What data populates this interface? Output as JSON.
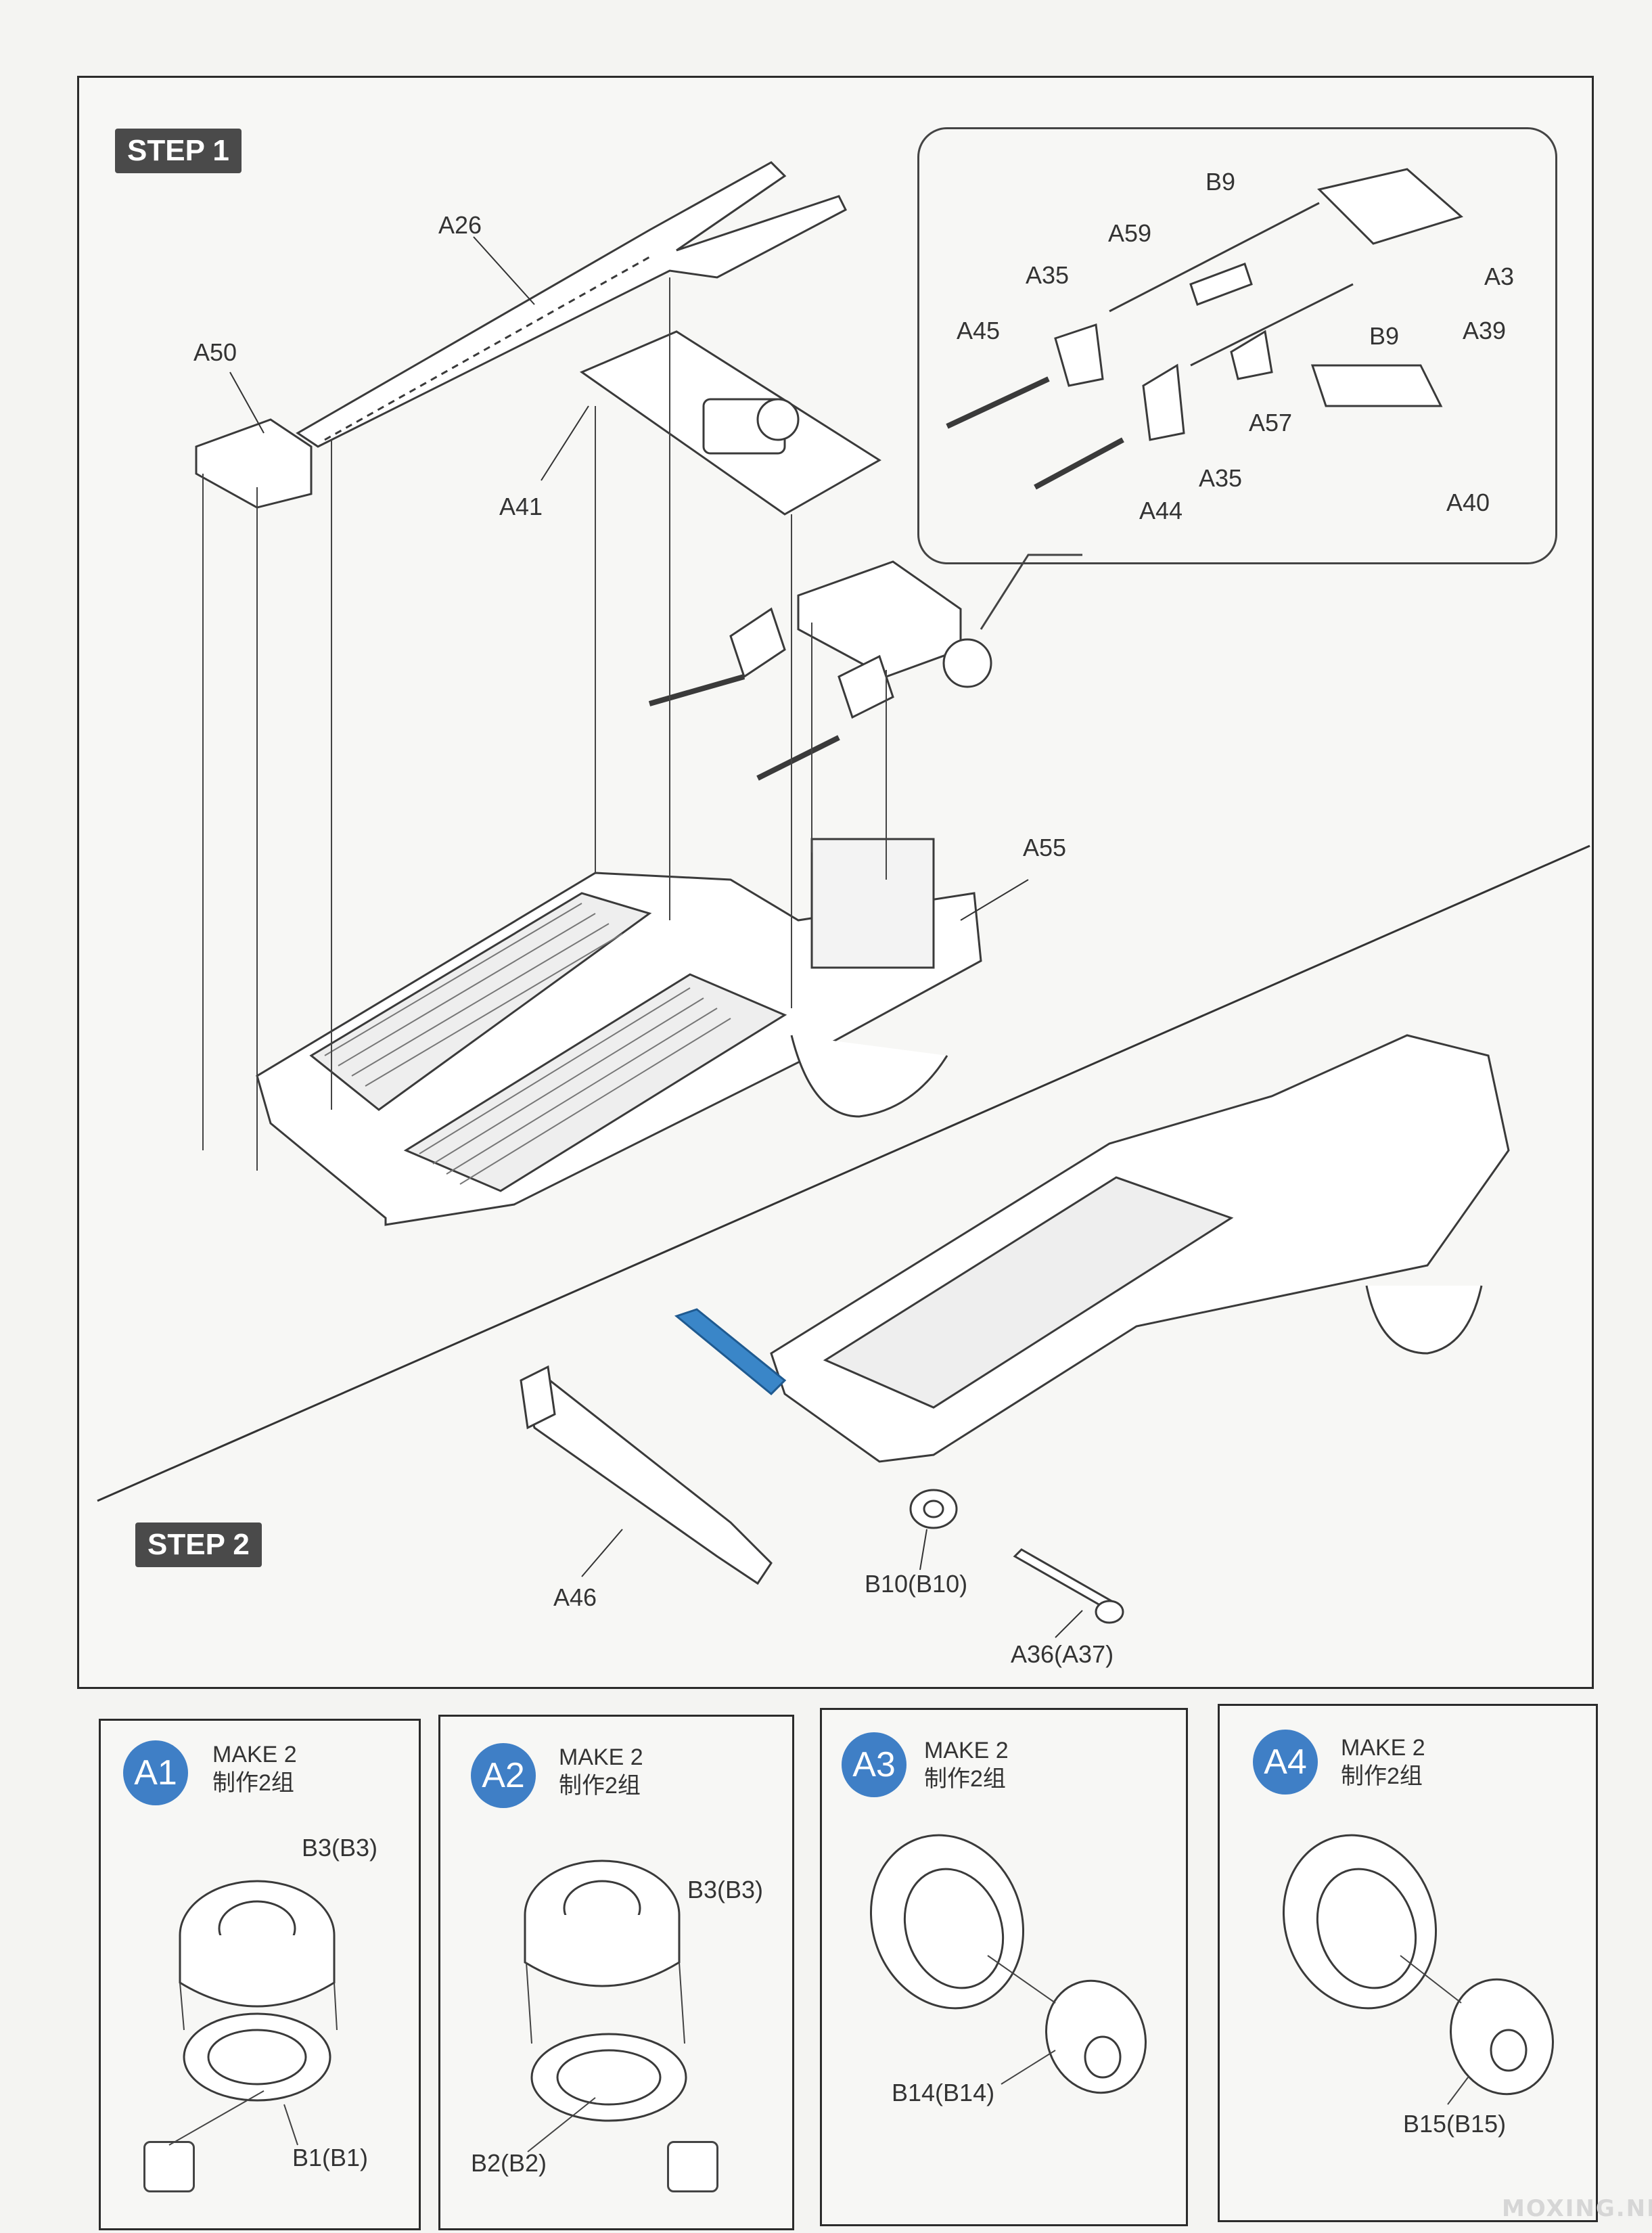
{
  "step1": {
    "badge": "STEP 1"
  },
  "step2": {
    "badge": "STEP 2"
  },
  "step1_labels": {
    "a26": "A26",
    "a50": "A50",
    "a41": "A41",
    "a55": "A55"
  },
  "callout_labels": {
    "b9_top": "B9",
    "a59": "A59",
    "a35_top": "A35",
    "a45": "A45",
    "a3": "A3",
    "a39": "A39",
    "b9_mid": "B9",
    "a57": "A57",
    "a35_bottom": "A35",
    "a44": "A44",
    "a40": "A40"
  },
  "step2_labels": {
    "a46": "A46",
    "b10": "B10(B10)",
    "a36": "A36(A37)"
  },
  "subassemblies": [
    {
      "badge": "A1",
      "make": "MAKE 2",
      "make_cn": "制作2组",
      "part_top": "B3(B3)",
      "part_bottom": "B1(B1)"
    },
    {
      "badge": "A2",
      "make": "MAKE 2",
      "make_cn": "制作2组",
      "part_top": "B3(B3)",
      "part_bottom": "B2(B2)"
    },
    {
      "badge": "A3",
      "make": "MAKE 2",
      "make_cn": "制作2组",
      "part_bottom": "B14(B14)"
    },
    {
      "badge": "A4",
      "make": "MAKE 2",
      "make_cn": "制作2组",
      "part_bottom": "B15(B15)"
    }
  ],
  "watermark": "MOXING.NET",
  "colors": {
    "badge_bg": "#4a4a4a",
    "circle": "#3f7fc6",
    "highlight_part": "#3a86c8",
    "line": "#333333"
  }
}
